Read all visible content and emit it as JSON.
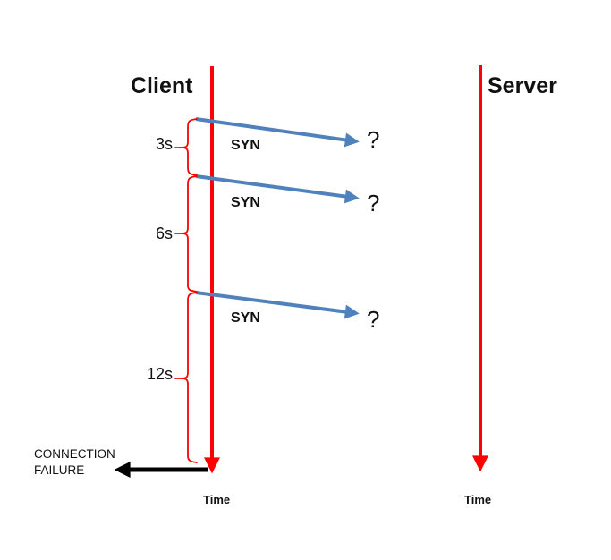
{
  "client": {
    "label": "Client",
    "time_label": "Time"
  },
  "server": {
    "label": "Server",
    "time_label": "Time"
  },
  "attempts": [
    {
      "message": "SYN",
      "response": "?",
      "timeout": "3s"
    },
    {
      "message": "SYN",
      "response": "?",
      "timeout": "6s"
    },
    {
      "message": "SYN",
      "response": "?",
      "timeout": "12s"
    }
  ],
  "failure": {
    "label": "CONNECTION FAILURE"
  },
  "colors": {
    "timeline": "#ff0000",
    "syn_arrow": "#4f81bd",
    "failure_arrow": "#000000",
    "text": "#111111"
  }
}
